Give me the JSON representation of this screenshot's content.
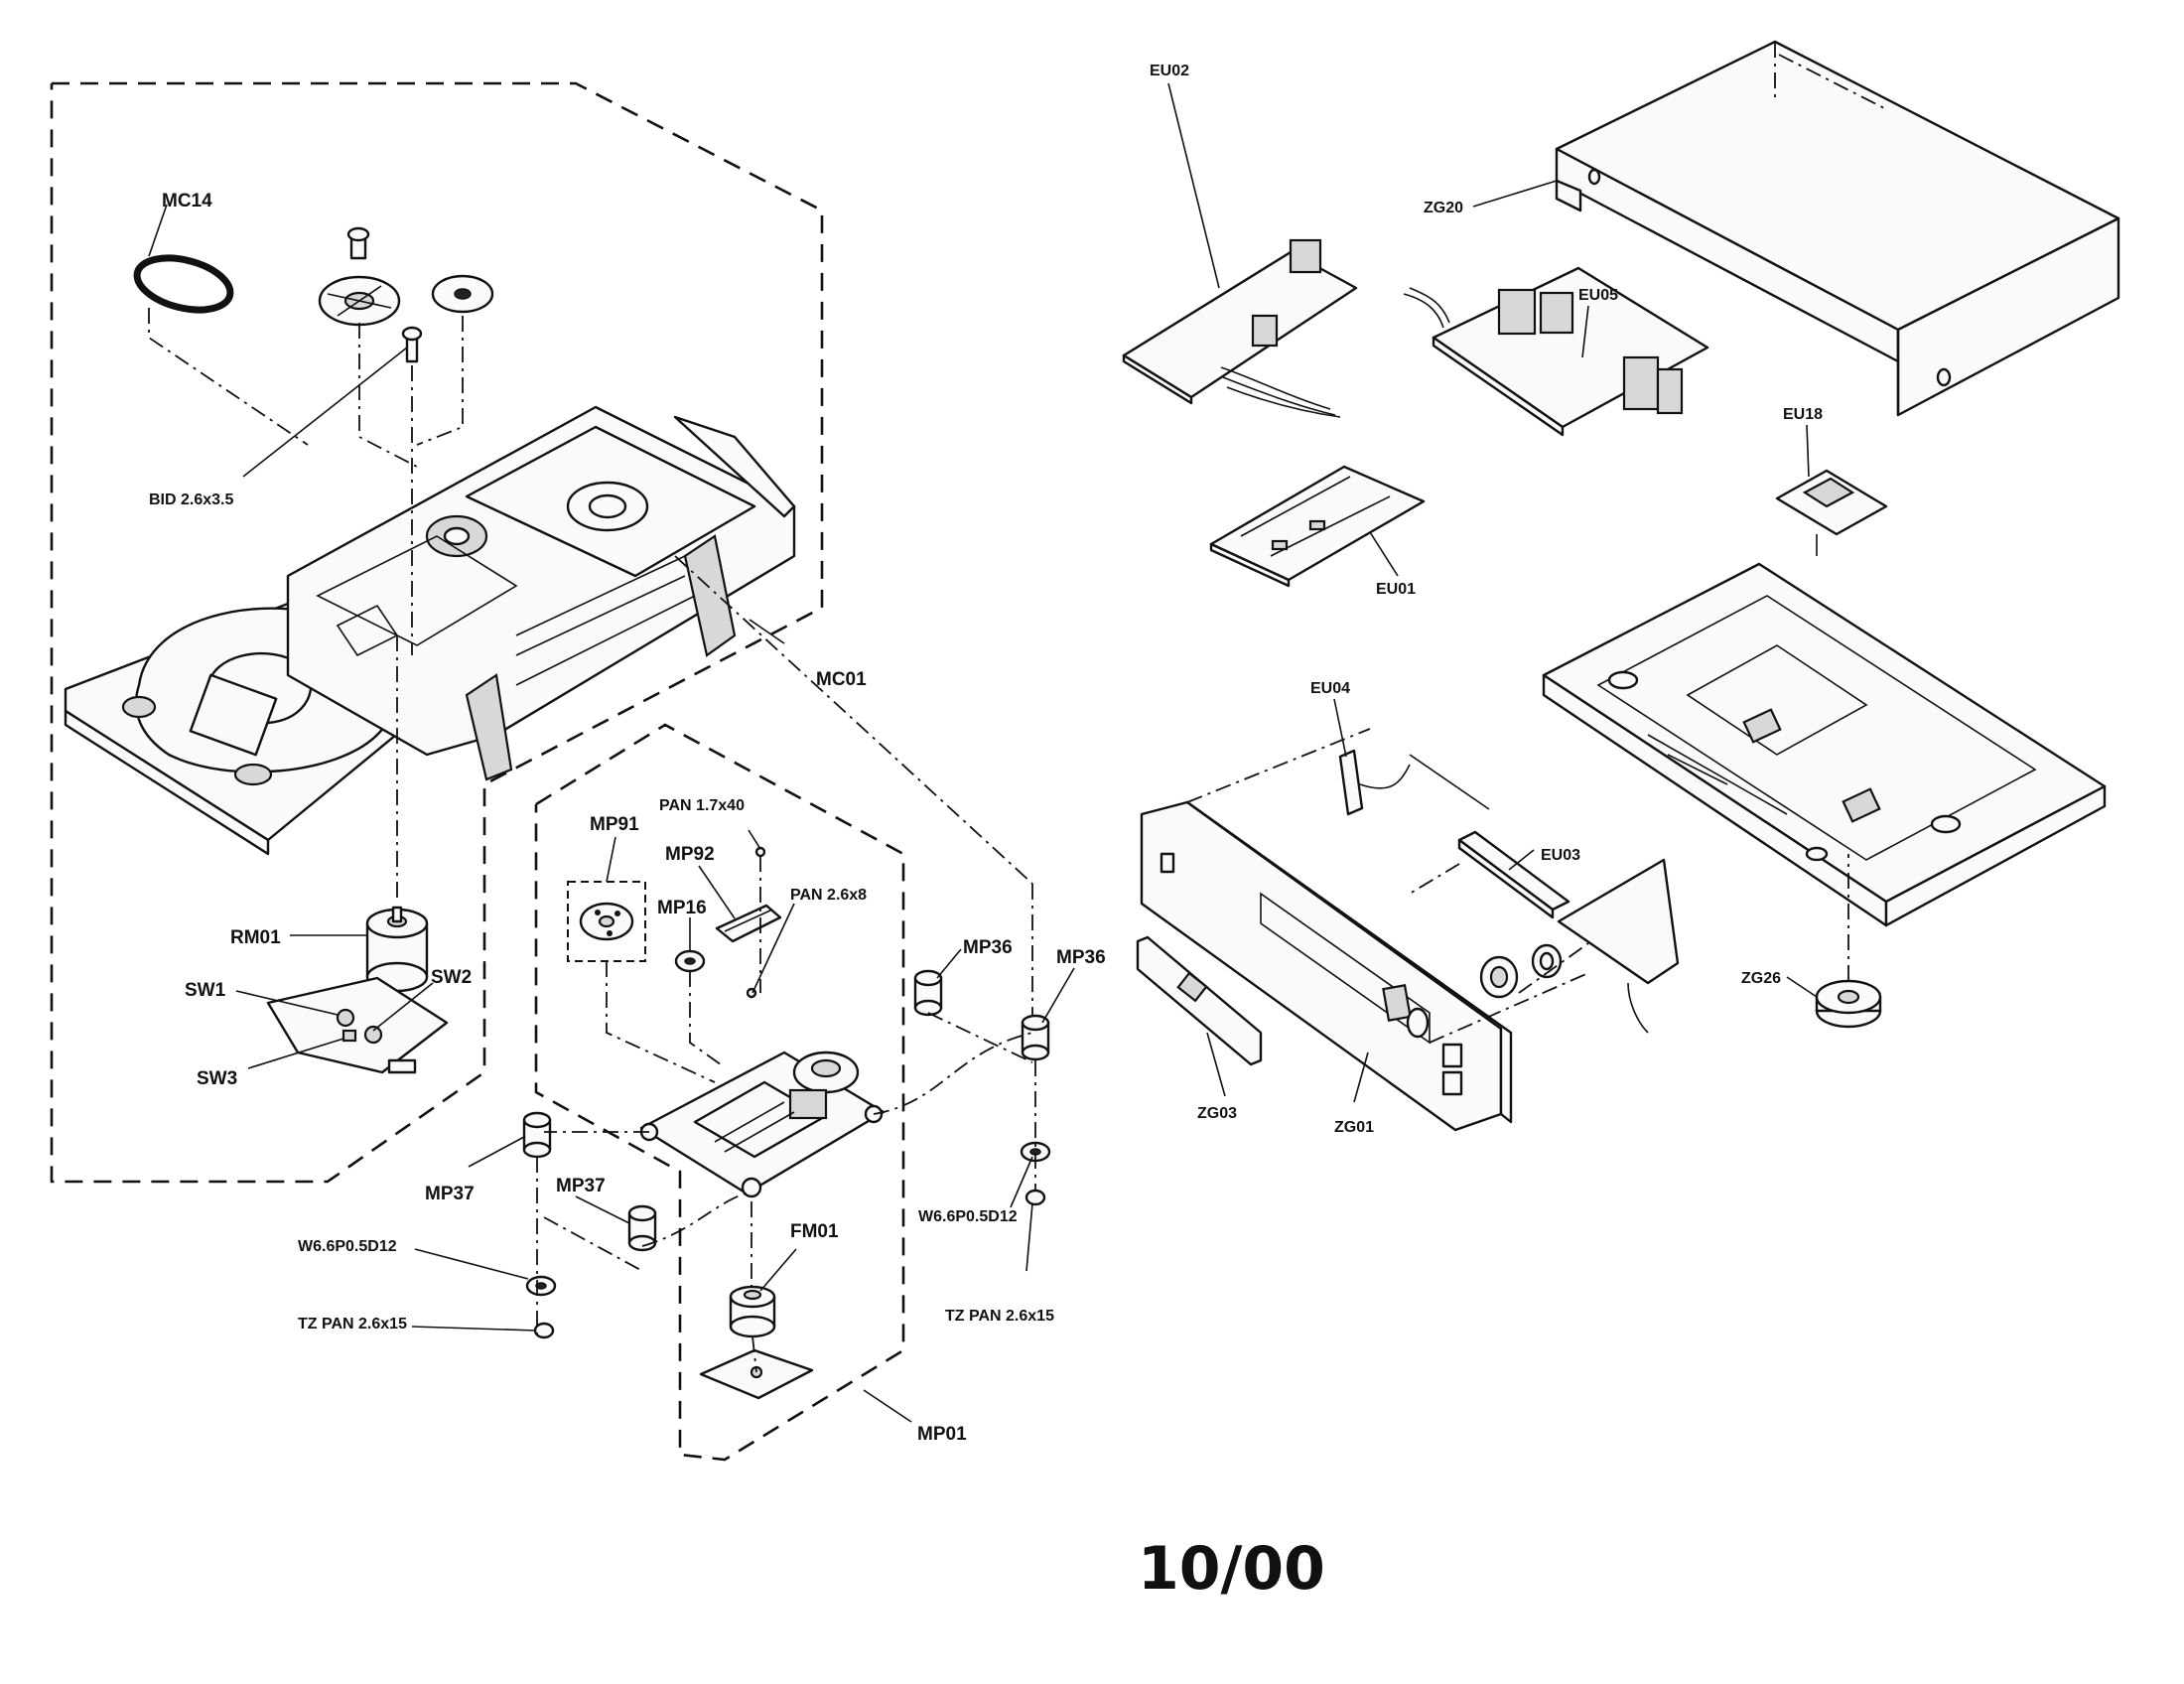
{
  "labels": {
    "mc14": "MC14",
    "bid": "BID 2.6x3.5",
    "mc01": "MC01",
    "rm01": "RM01",
    "sw1": "SW1",
    "sw2": "SW2",
    "sw3": "SW3",
    "mp91": "MP91",
    "pan17": "PAN 1.7x40",
    "mp92": "MP92",
    "pan26x8": "PAN 2.6x8",
    "mp16": "MP16",
    "mp36a": "MP36",
    "mp36b": "MP36",
    "mp37a": "MP37",
    "mp37b": "MP37",
    "w66_left": "W6.6P0.5D12",
    "w66_right": "W6.6P0.5D12",
    "tz_left": "TZ PAN 2.6x15",
    "tz_right": "TZ PAN 2.6x15",
    "fm01": "FM01",
    "mp01": "MP01",
    "eu02": "EU02",
    "zg20": "ZG20",
    "eu05": "EU05",
    "eu18": "EU18",
    "eu01": "EU01",
    "eu04": "EU04",
    "eu03": "EU03",
    "zg26": "ZG26",
    "zg03": "ZG03",
    "zg01": "ZG01"
  },
  "footer": "10/00"
}
